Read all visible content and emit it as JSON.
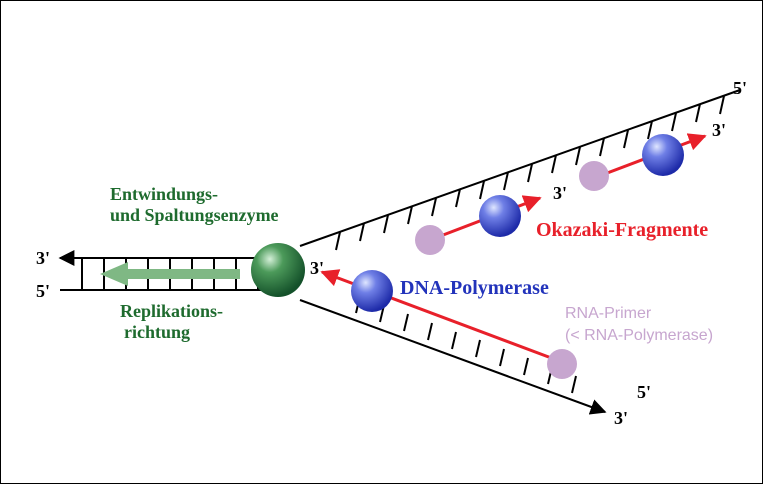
{
  "labels": {
    "enzyme_line1": "Entwindungs-",
    "enzyme_line2": "und Spaltungsenzyme",
    "okazaki": "Okazaki-Fragmente",
    "polymerase": "DNA-Polymerase",
    "primer_line1": "RNA-Primer",
    "primer_line2": "(< RNA-Polymerase)",
    "replication_line1": "Replikations-",
    "replication_line2": "richtung"
  },
  "strand_ends": {
    "left_top": "3'",
    "left_bottom": "5'",
    "upper_arm_end": "5'",
    "upper_fragment_1": "3'",
    "upper_fragment_2": "3'",
    "leading_start": "3'",
    "lower_arm_5": "5'",
    "lower_arm_3": "3'"
  },
  "colors": {
    "enzyme": "#1e6b2e",
    "okazaki": "#e8202a",
    "polymerase": "#2233bb",
    "primer": "#c7a6cf",
    "strand": "#000000",
    "direction_arrow": "#7fb884"
  }
}
